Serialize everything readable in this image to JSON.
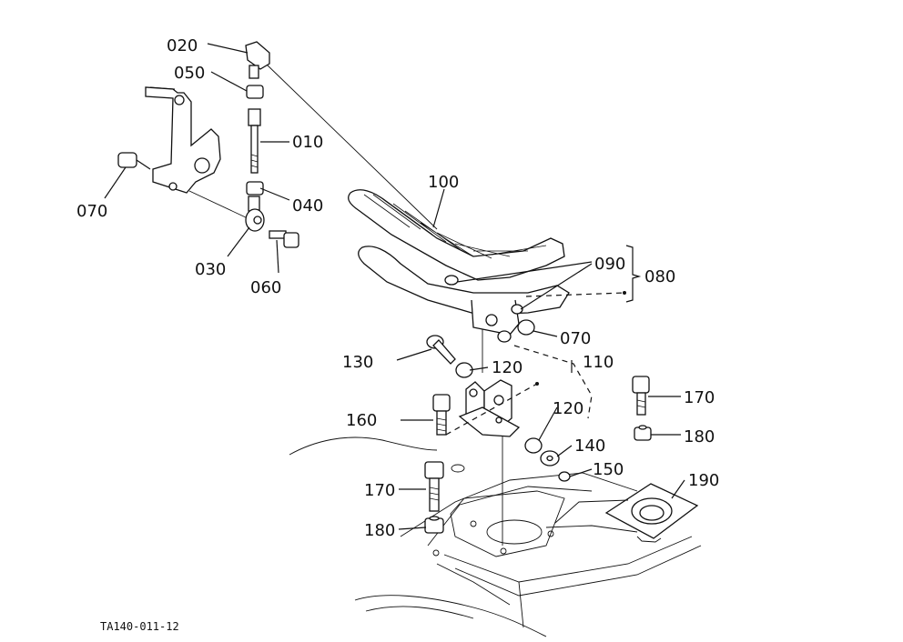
{
  "callouts": {
    "c010": "010",
    "c020": "020",
    "c030": "030",
    "c040": "040",
    "c050": "050",
    "c060": "060",
    "c070_left": "070",
    "c070_right": "070",
    "c080": "080",
    "c090": "090",
    "c100": "100",
    "c110": "110",
    "c120_upper": "120",
    "c120_lower": "120",
    "c130": "130",
    "c140": "140",
    "c150": "150",
    "c160": "160",
    "c170_right": "170",
    "c170_left": "170",
    "c180_right": "180",
    "c180_left": "180",
    "c190": "190"
  },
  "drawing_code": "TA140-011-12"
}
